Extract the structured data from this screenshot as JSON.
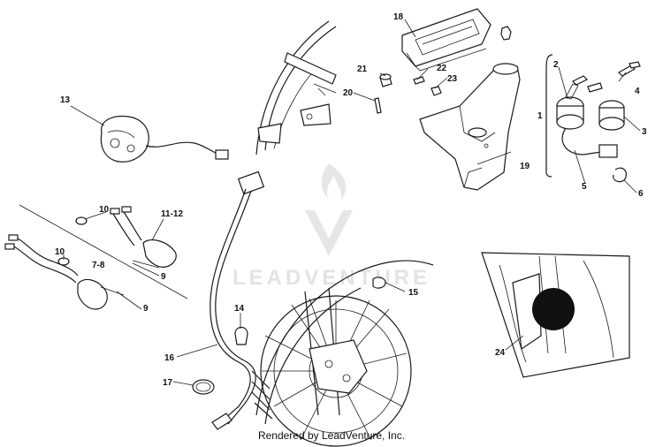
{
  "watermark": {
    "brand": "LEADVENTURE"
  },
  "footer": {
    "text": "Rendered by LeadVenture, Inc."
  },
  "callouts": {
    "c1": "1",
    "c2": "2",
    "c3": "3",
    "c4": "4",
    "c5": "5",
    "c6": "6",
    "c7_8": "7-8",
    "c9a": "9",
    "c9b": "9",
    "c10a": "10",
    "c10b": "10",
    "c11_12": "11-12",
    "c13": "13",
    "c14": "14",
    "c15": "15",
    "c16": "16",
    "c17": "17",
    "c18": "18",
    "c19": "19",
    "c20": "20",
    "c21": "21",
    "c22": "22",
    "c23": "23",
    "c24": "24"
  }
}
